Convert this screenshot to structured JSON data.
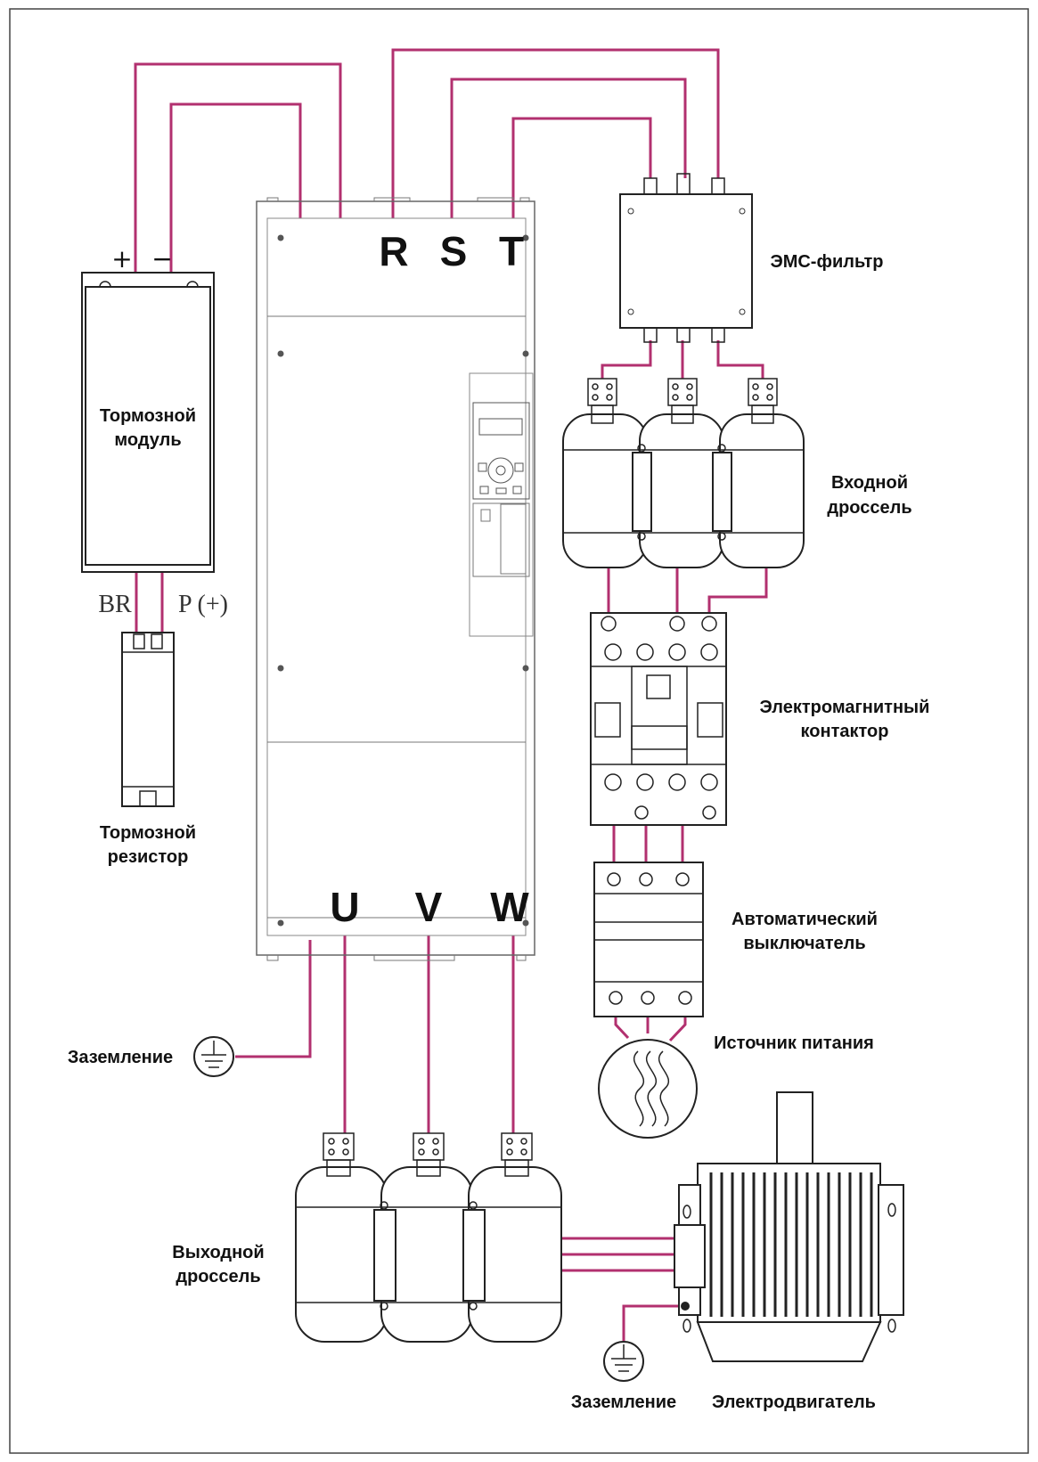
{
  "diagram": {
    "labels": {
      "brake_module": [
        "Тормозной",
        "модуль"
      ],
      "brake_resistor": [
        "Тормозной",
        "резистор"
      ],
      "emc_filter": "ЭМС-фильтр",
      "input_choke": [
        "Входной",
        "дроссель"
      ],
      "contactor": [
        "Электромагнитный",
        "контактор"
      ],
      "breaker": [
        "Автоматический",
        "выключатель"
      ],
      "power_source": "Источник питания",
      "output_choke": [
        "Выходной",
        "дроссель"
      ],
      "ground_left": "Заземление",
      "ground_bottom": "Заземление",
      "motor": "Электродвигатель"
    },
    "terminals": {
      "input": [
        "R",
        "S",
        "T"
      ],
      "output": [
        "U",
        "V",
        "W"
      ],
      "brake_plus": "+",
      "brake_minus": "−",
      "brake_br": "BR",
      "brake_p": "P (+)"
    },
    "colors": {
      "wire": "#b2306f",
      "outline": "#222222",
      "background": "#ffffff"
    }
  }
}
